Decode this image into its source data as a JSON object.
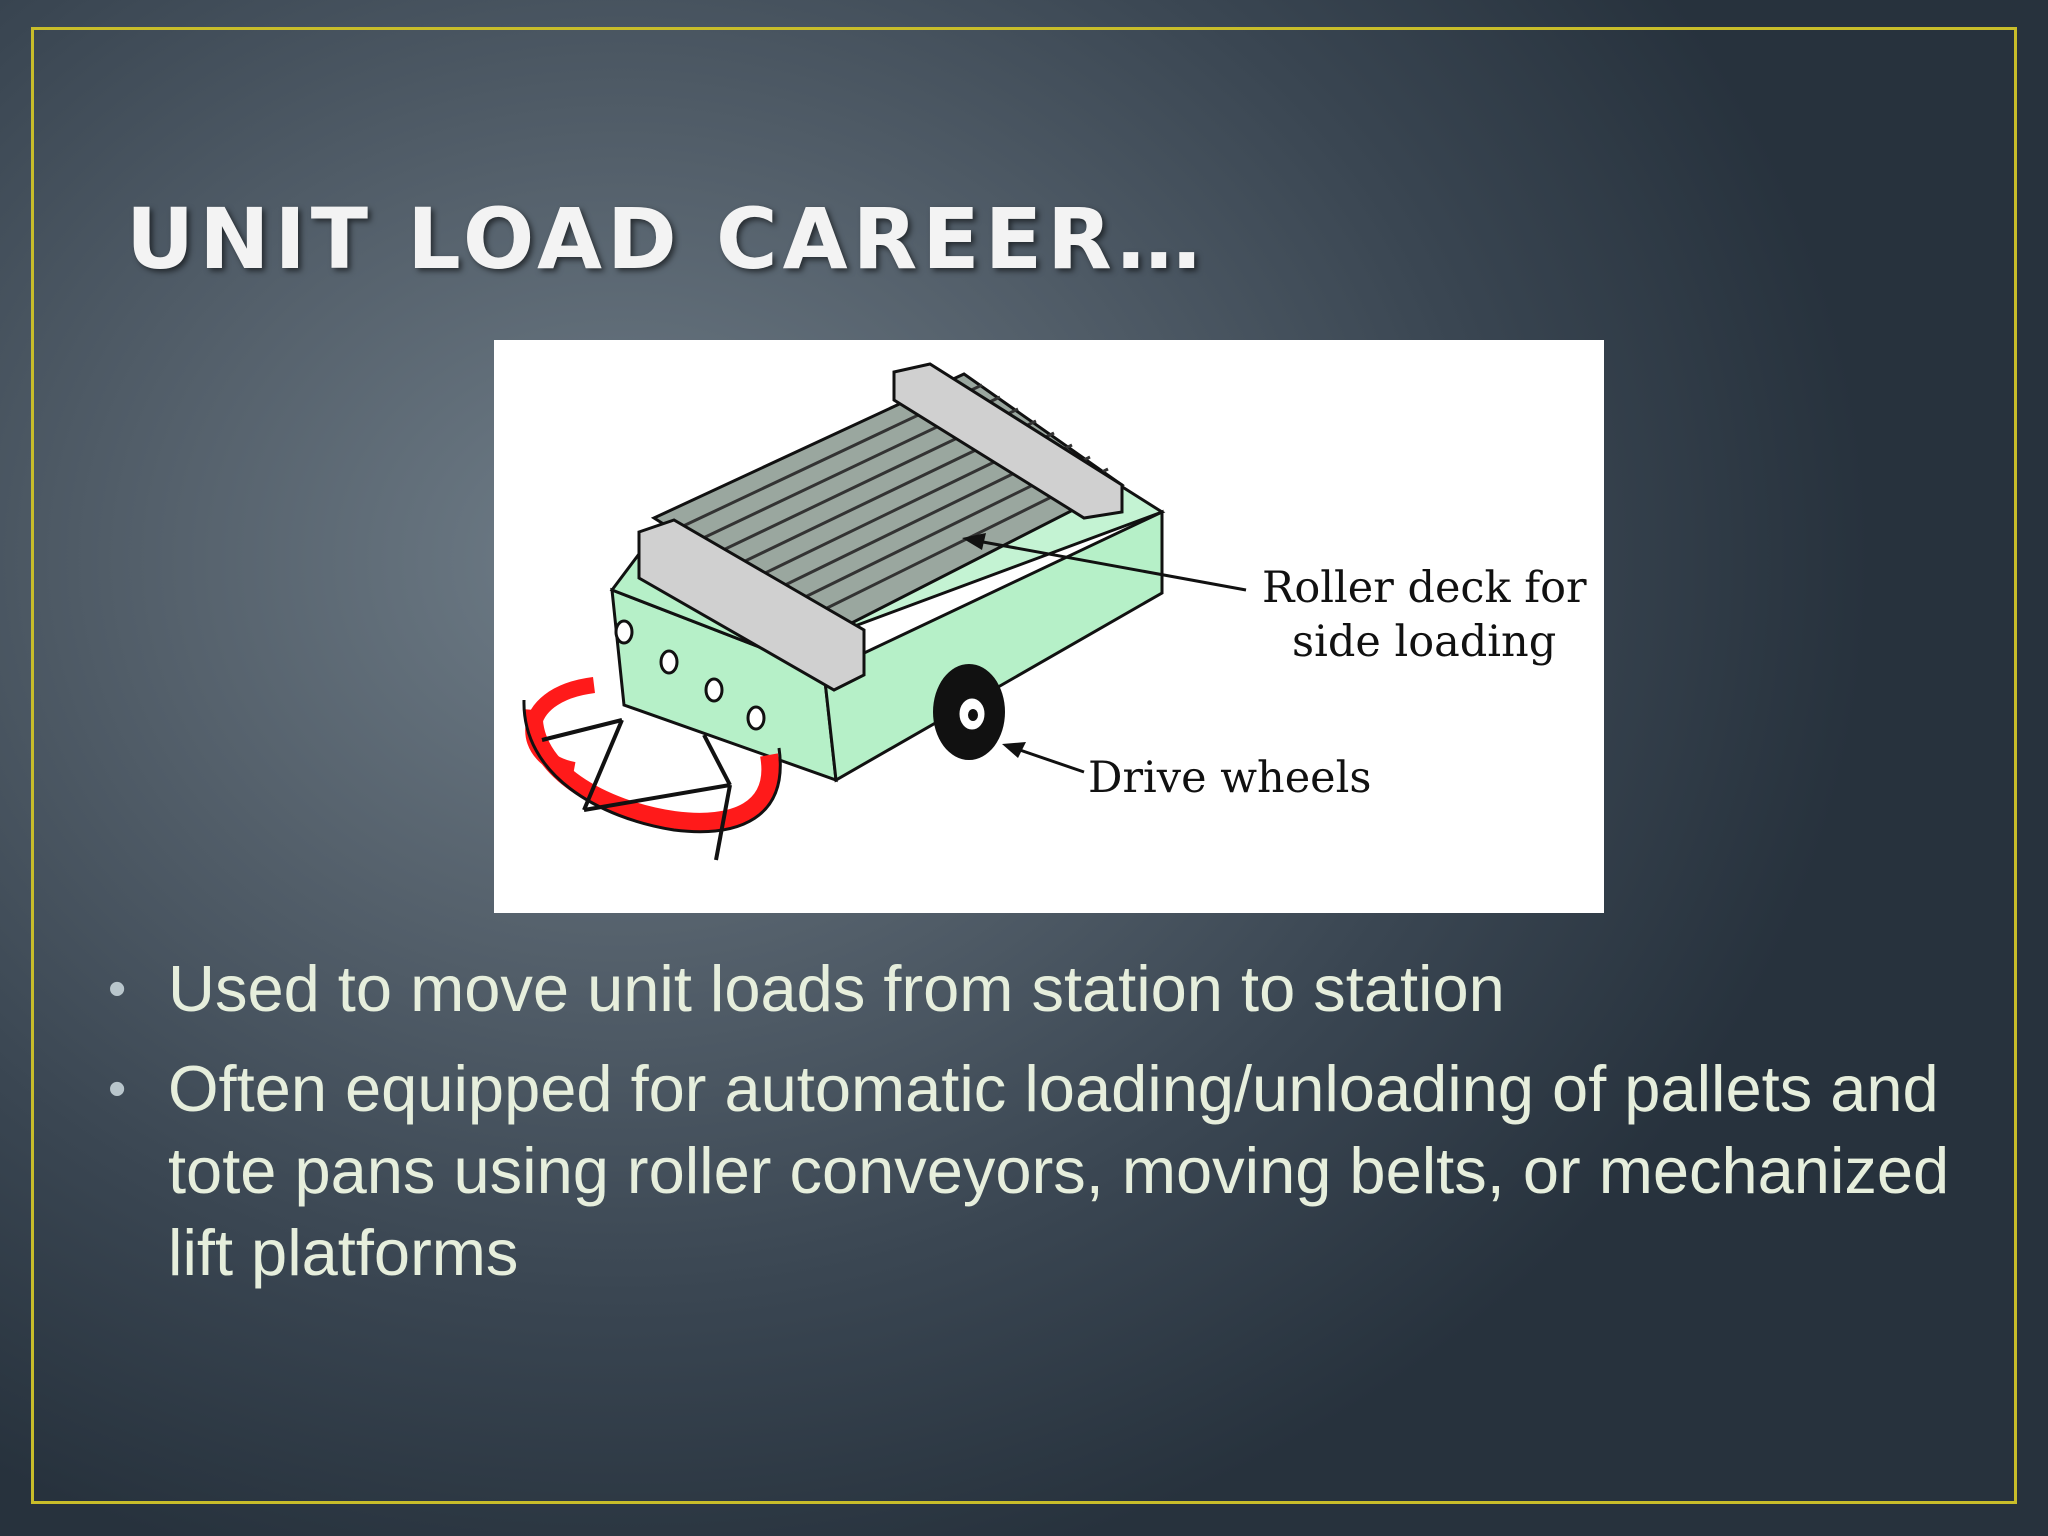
{
  "slide": {
    "title": "UNIT LOAD CAREER…",
    "figure": {
      "label_roller_line1": "Roller deck for",
      "label_roller_line2": "side loading",
      "label_wheels": "Drive wheels"
    },
    "bullets": [
      "Used to move unit loads from station to station",
      "Often equipped for automatic loading/unloading of pallets and tote pans using roller conveyors, moving belts, or mechanized lift platforms"
    ],
    "colors": {
      "frame_border": "#c8bd2a",
      "title_text": "#f3f3f3",
      "body_text": "#e6eedc",
      "vehicle_body": "#b6f0c8",
      "bumper": "#ff1a1a",
      "rollers": "#9aa79f"
    }
  }
}
